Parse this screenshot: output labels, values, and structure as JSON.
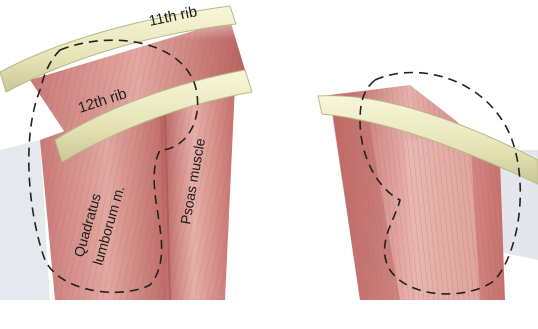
{
  "labels": {
    "rib11": "11th rib",
    "rib12": "12th rib",
    "psoas": "Psoas muscle",
    "quadratus_line1": "Quadratus",
    "quadratus_line2": "lumborum m."
  },
  "colors": {
    "muscle": "#cf8a86",
    "muscle_dark": "#b05e5c",
    "muscle_light": "#e8b3ad",
    "rib": "#ecebc3",
    "rib_edge": "#b9b888",
    "fascia": "#d9dde4",
    "dash": "#222222"
  },
  "icons": [
    "left-anatomy-illustration",
    "right-anatomy-illustration"
  ]
}
